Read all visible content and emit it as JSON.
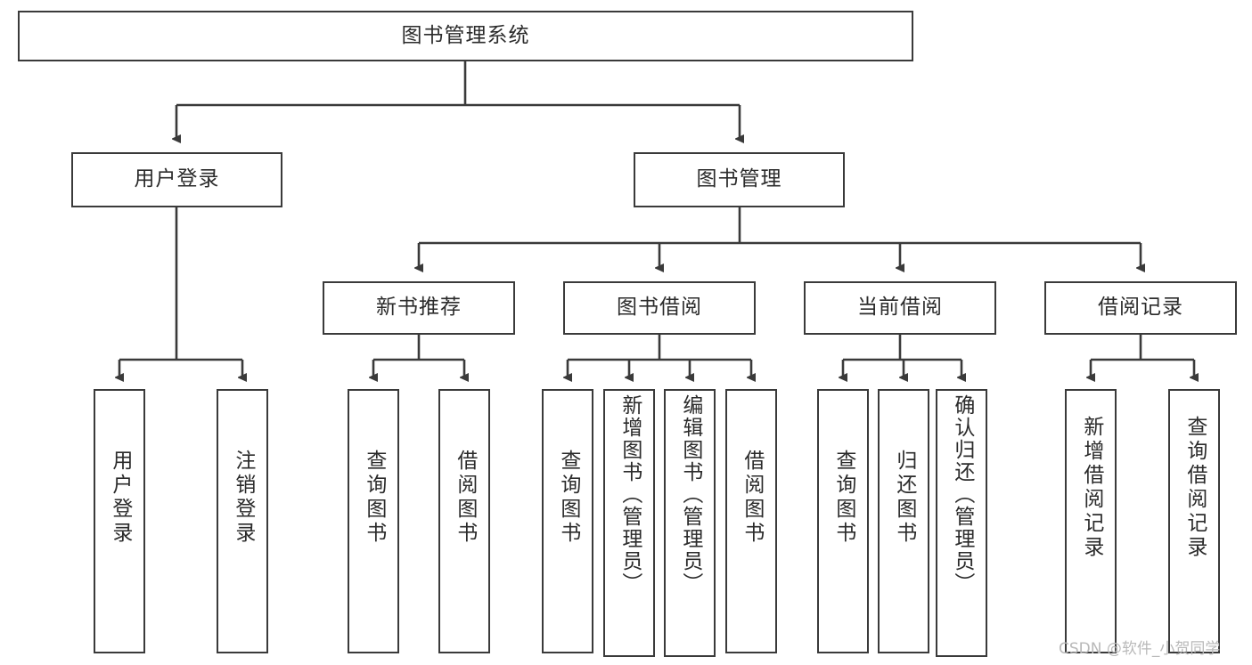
{
  "diagram": {
    "title": "图书管理系统",
    "type": "hierarchy-tree",
    "root": {
      "label": "图书管理系统"
    },
    "tier2": [
      {
        "label": "用户登录"
      },
      {
        "label": "图书管理"
      }
    ],
    "tier3": [
      {
        "label": "新书推荐"
      },
      {
        "label": "图书借阅"
      },
      {
        "label": "当前借阅"
      },
      {
        "label": "借阅记录"
      }
    ],
    "leaves": {
      "user_login": [
        {
          "label": "用户登录"
        },
        {
          "label": "注销登录"
        }
      ],
      "new_book_recommend": [
        {
          "label": "查询图书"
        },
        {
          "label": "借阅图书"
        }
      ],
      "book_borrow": [
        {
          "label": "查询图书"
        },
        {
          "label": "新增图书（管理员）"
        },
        {
          "label": "编辑图书（管理员）"
        },
        {
          "label": "借阅图书"
        }
      ],
      "current_borrow": [
        {
          "label": "查询图书"
        },
        {
          "label": "归还图书"
        },
        {
          "label": "确认归还（管理员）"
        }
      ],
      "borrow_record": [
        {
          "label": "新增借阅记录"
        },
        {
          "label": "查询借阅记录"
        }
      ]
    }
  },
  "watermark": {
    "text": "CSDN @软件_小贺同学"
  },
  "colors": {
    "border": "#3a3a3a",
    "text": "#2b2b2b",
    "background": "#ffffff",
    "watermark": "#b9b9b9"
  }
}
